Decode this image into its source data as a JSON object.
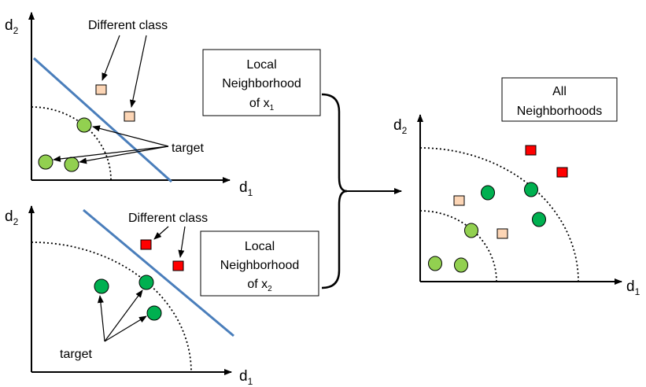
{
  "axes": {
    "x": "d",
    "x_sub": "1",
    "y": "d",
    "y_sub": "2"
  },
  "panel_top_left": {
    "different_class_label": "Different class",
    "target_label": "target"
  },
  "panel_bottom_left": {
    "different_class_label": "Different class",
    "target_label": "target"
  },
  "box_neighborhood_x1": {
    "line1": "Local",
    "line2": "Neighborhood",
    "line3": "of x",
    "line3_sub": "1"
  },
  "box_neighborhood_x2": {
    "line1": "Local",
    "line2": "Neighborhood",
    "line3": "of x",
    "line3_sub": "2"
  },
  "box_all": {
    "line1": "All",
    "line2": "Neighborhoods"
  },
  "colors": {
    "boundary_line": "#4a7ebb",
    "light_green": "#92d050",
    "dark_green": "#00b050",
    "light_square": "#fcd5b5",
    "red_square": "#ff0000"
  }
}
